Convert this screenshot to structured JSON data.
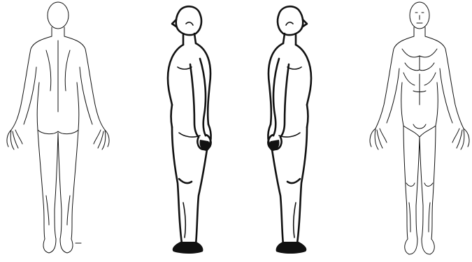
{
  "diagram": {
    "type": "body-chart",
    "views": [
      {
        "view": "posterior",
        "icon": "back-view-body-icon"
      },
      {
        "view": "right-lateral",
        "icon": "side-view-right-body-icon"
      },
      {
        "view": "left-lateral",
        "icon": "side-view-left-body-icon"
      },
      {
        "view": "anterior",
        "icon": "front-view-body-icon"
      }
    ],
    "line_color": "#111111",
    "background": "#ffffff"
  }
}
